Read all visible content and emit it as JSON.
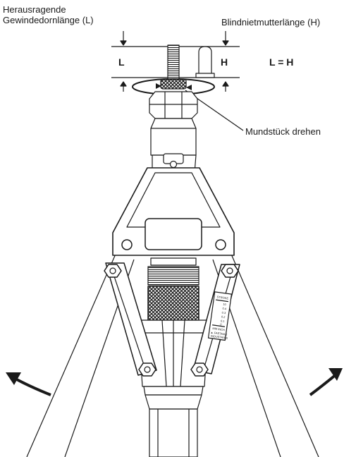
{
  "labels": {
    "protruding_line1": "Herausragende",
    "protruding_line2": "Gewindedornlänge (L)",
    "nut_length": "Blindnietmutterlänge (H)",
    "turn_nosepiece": "Mundstück drehen",
    "l": "L",
    "h": "H",
    "equation": "L = H"
  },
  "gauge": {
    "title": "STROKE",
    "units": "MM INCH",
    "mark1": "10",
    "mark2": "0.4",
    "mark3": "0.3",
    "mark4": "0.2",
    "mark5": "0.1",
    "mark6": "0",
    "brand_line1": "▲ FASTMAX",
    "brand_line2": "INDUSTRIES"
  },
  "colors": {
    "ink": "#1a1a1a",
    "background": "#ffffff"
  }
}
